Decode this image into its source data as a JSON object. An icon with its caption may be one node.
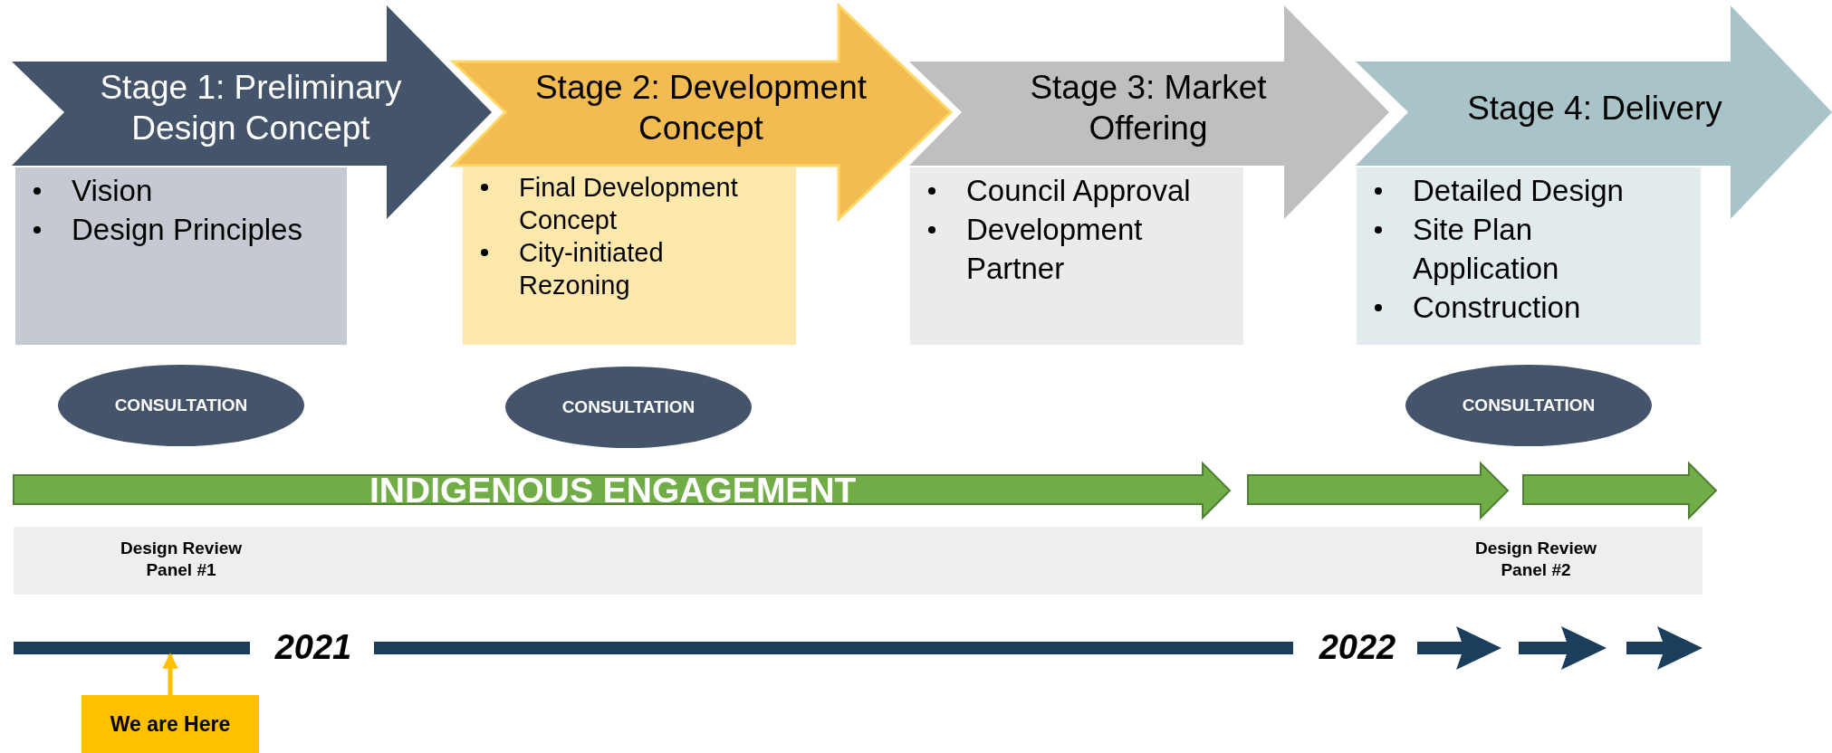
{
  "diagram": {
    "nodes": [
      {
        "text": [
          "Stage 1: Preliminary Design Concept"
        ]
      },
      {
        "text": [
          "Stage 2: Development Concept"
        ]
      },
      {
        "text": [
          "Stage 3: Market Offering"
        ]
      },
      {
        "text": [
          "Stage 4: Delivery"
        ]
      },
      {
        "text": [
          "Vision",
          "Design Principles"
        ]
      },
      {
        "text": [
          "Final Development Concept",
          "City-initiated Rezoning"
        ]
      },
      {
        "text": [
          "Council Approval",
          "Development Partner"
        ]
      },
      {
        "text": [
          "Detailed Design",
          "Site Plan Application",
          "Construction"
        ]
      },
      {
        "text": [
          "CONSULTATION"
        ]
      },
      {
        "text": [
          "CONSULTATION"
        ]
      },
      {
        "text": [
          "CONSULTATION"
        ]
      },
      {
        "text": [
          "INDIGENOUS ENGAGEMENT"
        ]
      },
      {
        "text": [],
        "shape": "arrow"
      },
      {
        "text": [],
        "shape": "arrow"
      },
      {
        "text": [
          "Design Review Panel #1",
          "Design Review Panel #2"
        ]
      },
      {
        "text": [
          "We are Here"
        ]
      },
      {
        "text": [],
        "shape": "bar"
      },
      {
        "text": [],
        "shape": "bar"
      }
    ],
    "edges": [
      {
        "from": 15,
        "to": 16,
        "arrow": "to",
        "color": "#ffc000"
      }
    ],
    "labels": [
      "2021",
      "2022"
    ]
  }
}
